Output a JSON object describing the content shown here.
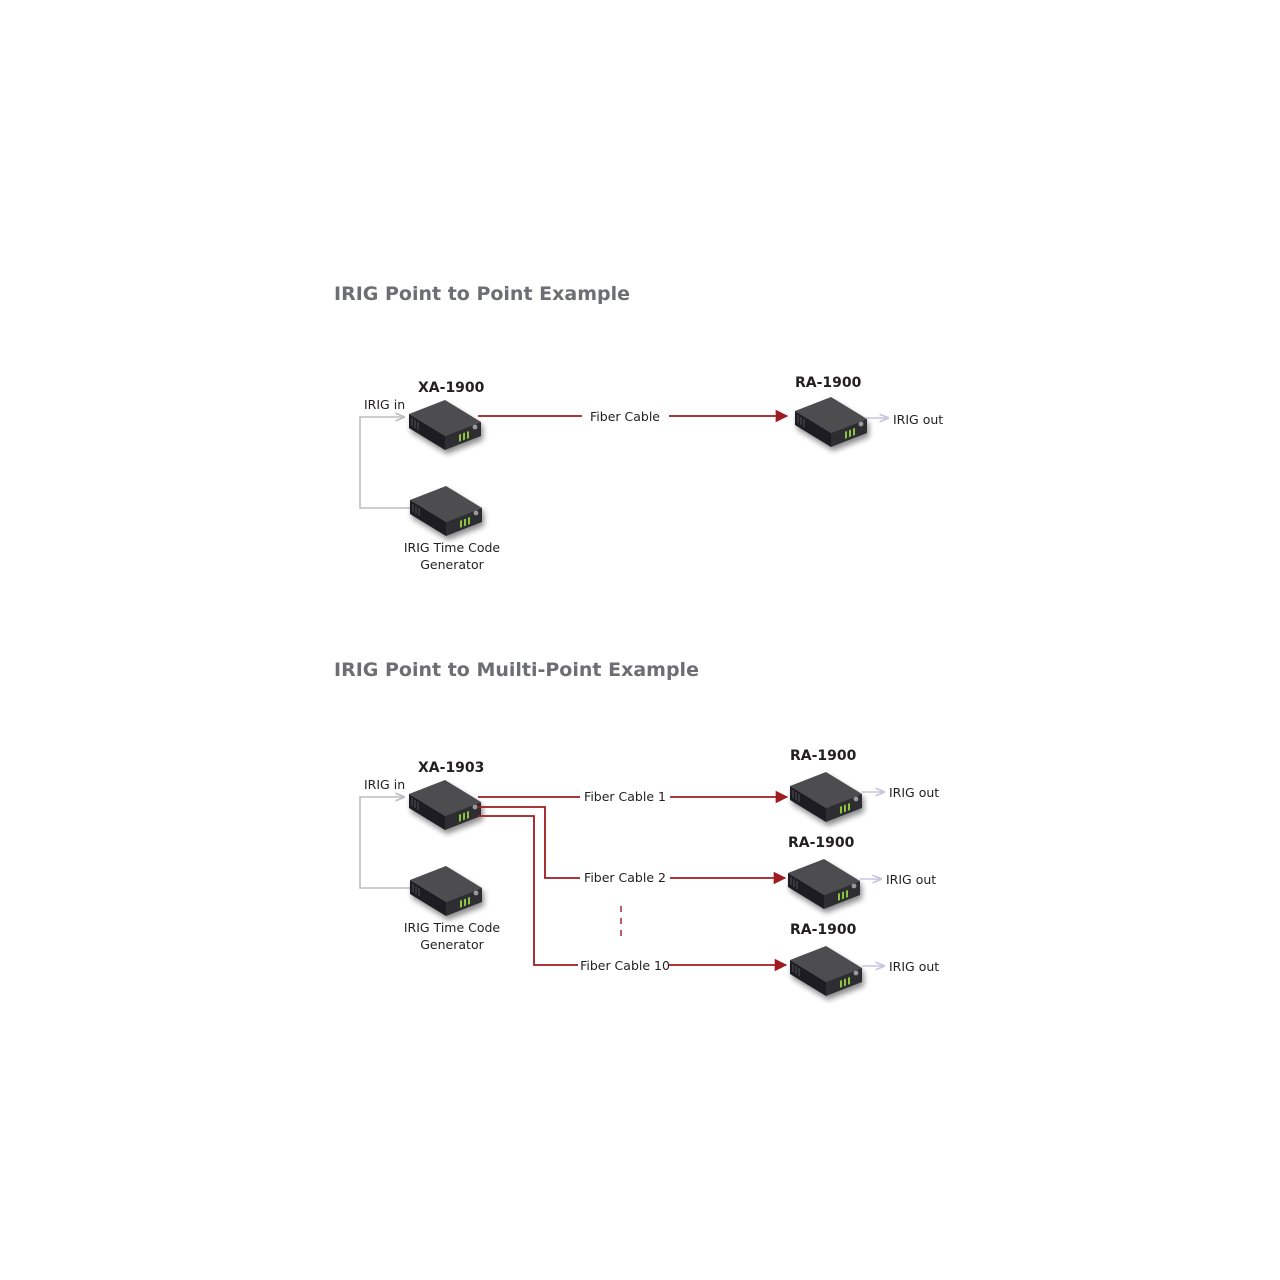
{
  "colors": {
    "fiber": "#9e1b20",
    "irig_line": "#bcbec0",
    "title": "#6d6e71",
    "device_top": "#4d4d4f",
    "device_front": "#2b2b2d",
    "led": "#8cc63f"
  },
  "icons": {
    "device": "network-box-icon"
  },
  "diagram1": {
    "title": "IRIG Point to Point Example",
    "transmitter": "XA-1900",
    "irig_in": "IRIG in",
    "generator_line1": "IRIG Time Code",
    "generator_line2": "Generator",
    "fiber_label": "Fiber Cable",
    "receiver": "RA-1900",
    "irig_out": "IRIG out"
  },
  "diagram2": {
    "title": "IRIG Point to Muilti-Point Example",
    "transmitter": "XA-1903",
    "irig_in": "IRIG in",
    "generator_line1": "IRIG Time Code",
    "generator_line2": "Generator",
    "fibers": [
      "Fiber Cable 1",
      "Fiber Cable 2",
      "Fiber Cable 10"
    ],
    "receivers": [
      "RA-1900",
      "RA-1900",
      "RA-1900"
    ],
    "irig_outs": [
      "IRIG out",
      "IRIG out",
      "IRIG out"
    ]
  }
}
